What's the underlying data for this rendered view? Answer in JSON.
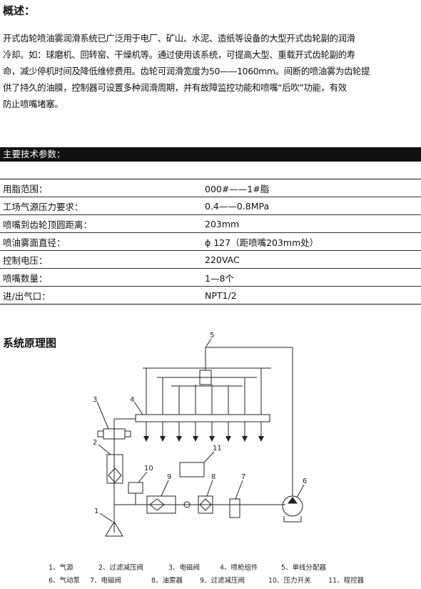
{
  "overview": {
    "heading": "概述：",
    "lines": [
      "开式齿轮喷油雾润滑系统已广泛用于电厂、矿山、水泥、造纸等设备的大型开式齿轮副的润滑",
      "冷却。如：球磨机、回转窑、干燥机等。通过使用该系统，可提高大型、重载开式齿轮副的寿",
      "命，减少停机时间及降低维修费用。齿轮可润滑宽度为50——1060mm。间断的喷油雾为齿轮提",
      "供了持久的油膜，控制器可设置多种润滑周期，并有故障监控功能和喷嘴“后吹”功能，有效",
      "防止喷嘴堵塞。"
    ]
  },
  "specs": {
    "heading": "主要技术参数：",
    "rows": [
      {
        "label": "用脂范围：",
        "value": "000#——1#脂"
      },
      {
        "label": "工场气源压力要求：",
        "value": "0.4——0.8MPa"
      },
      {
        "label": "喷嘴到齿轮顶圆距离：",
        "value": "203mm"
      },
      {
        "label": "喷油雾面直径：",
        "value": "ϕ 127（距喷嘴203mm处）"
      },
      {
        "label": "控制电压：",
        "value": "220VAC"
      },
      {
        "label": "喷嘴数量：",
        "value": "1—8个"
      },
      {
        "label": "进/出气口：",
        "value": "NPT1/2"
      }
    ]
  },
  "diagram": {
    "heading": "系统原理图",
    "numbers": [
      "1",
      "2",
      "3",
      "4",
      "5",
      "6",
      "7",
      "8",
      "9",
      "10",
      "11"
    ],
    "legend_row1": [
      "1、气源",
      "2、过滤减压阀",
      "3、电磁阀",
      "4、喷枪组件",
      "5、单线分配器"
    ],
    "legend_row2": [
      "6、气动泵",
      "7、电磁阀",
      "8、油雾器",
      "9、过滤减压阀",
      "10、压力开关",
      "11、程控器"
    ]
  }
}
